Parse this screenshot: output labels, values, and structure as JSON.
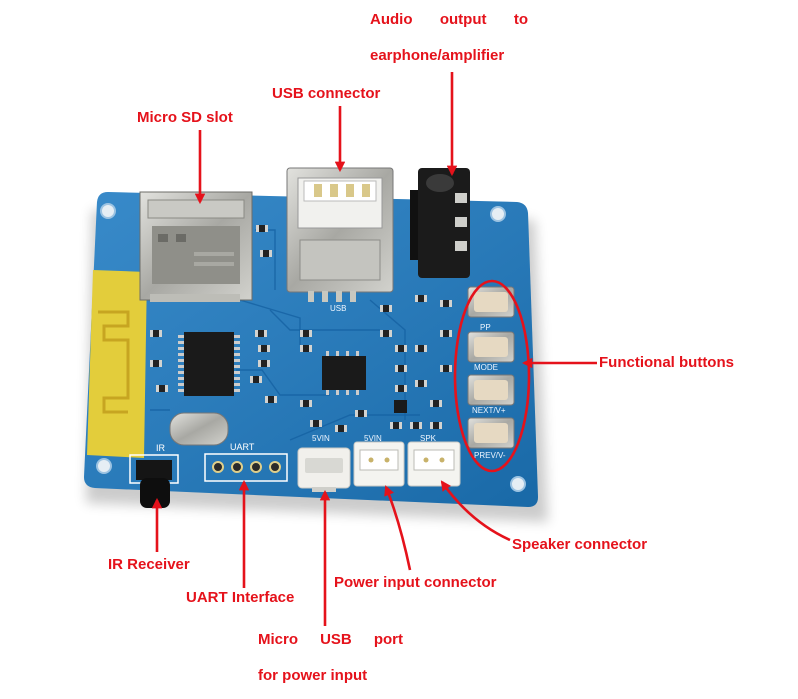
{
  "annotations": {
    "audio_output": {
      "line1": "Audio output to",
      "line2": "earphone/amplifier"
    },
    "usb_connector": "USB connector",
    "micro_sd_slot": "Micro SD slot",
    "functional_buttons": "Functional buttons",
    "speaker_connector": "Speaker connector",
    "ir_receiver": "IR Receiver",
    "uart_interface": "UART Interface",
    "power_input_connector": "Power input connector",
    "micro_usb_port": {
      "line1": "Micro USB port",
      "line2": "for power input"
    }
  },
  "silkscreen": {
    "ir": "IR",
    "uart": "UART",
    "micro_usb": "5VIN",
    "power_connector": "5VIN",
    "speaker": "SPK",
    "usb": "USB",
    "buttons": [
      "PP",
      "MODE",
      "NEXT/V+",
      "PREV/V-"
    ]
  },
  "colors": {
    "annotation": "#e5121b",
    "board": "#1d7ac2",
    "antenna": "#e3cd3b",
    "background": "#ffffff"
  }
}
